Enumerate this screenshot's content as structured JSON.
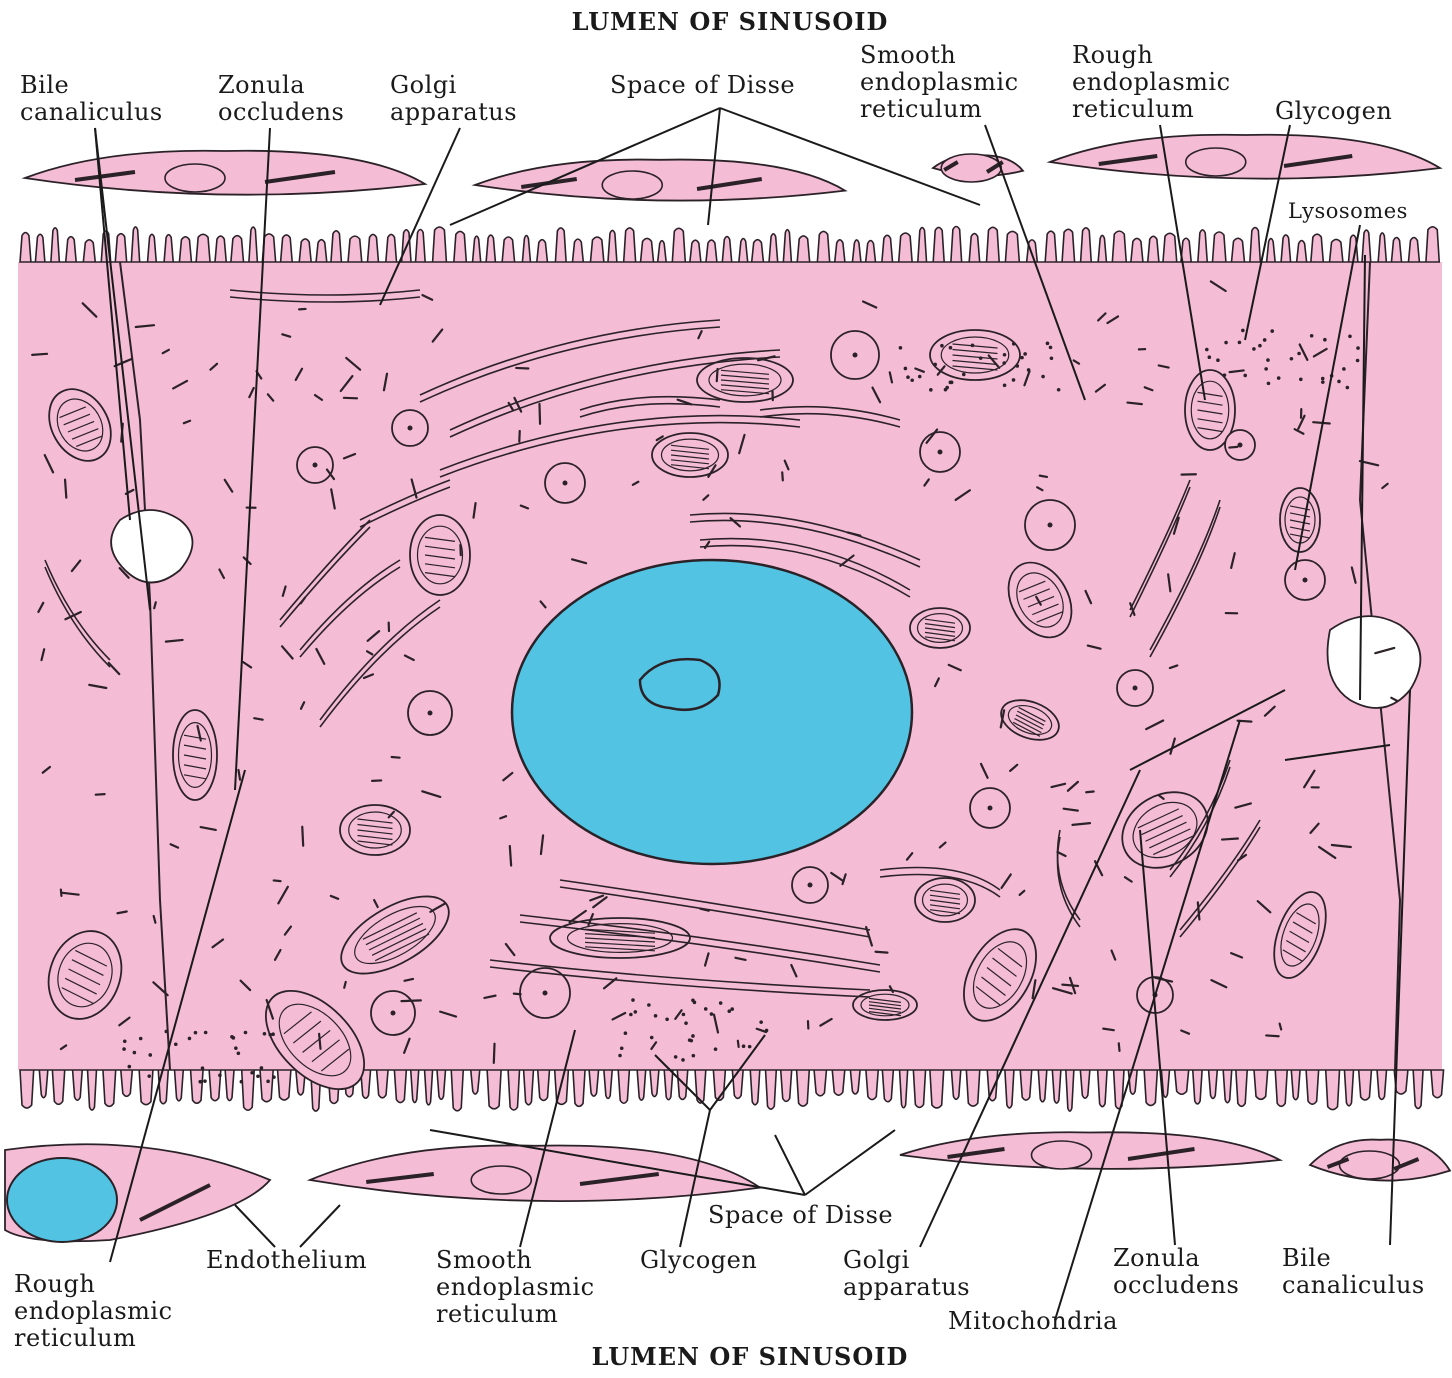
{
  "top_title": "LUMEN OF SINUSOID",
  "bottom_title": "LUMEN OF SINUSOID",
  "labels": {
    "bile_canaliculus_top": "Bile\ncanaliculus",
    "zonula_occludens_top": "Zonula\noccludens",
    "golgi_top": "Golgi\napparatus",
    "space_of_disse_top": "Space of Disse",
    "smooth_er_top": "Smooth\nendoplasmic\nreticulum",
    "rough_er_top": "Rough\nendoplasmic\nreticulum",
    "glycogen_top": "Glycogen",
    "lysosomes": "Lysosomes",
    "endothelium": "Endothelium",
    "space_of_disse_bottom": "Space of Disse",
    "smooth_er_bottom": "Smooth\nendoplasmic\nreticulum",
    "glycogen_bottom": "Glycogen",
    "golgi_bottom": "Golgi\napparatus",
    "zonula_occludens_bottom": "Zonula\noccludens",
    "bile_canaliculus_bottom": "Bile\ncanaliculus",
    "rough_er_bottom": "Rough\nendoplasmic\nreticulum",
    "mitochondria": "Mitochondria"
  },
  "colors": {
    "cytoplasm": "#f5bcd6",
    "outline": "#2b2228",
    "nucleus": "#52c3e2",
    "background": "#ffffff"
  }
}
